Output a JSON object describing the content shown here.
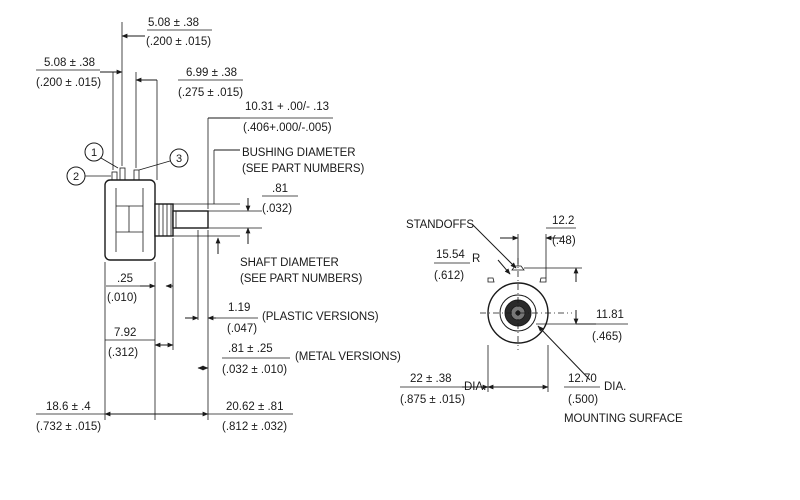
{
  "side_view": {
    "balloons": [
      "1",
      "2",
      "3"
    ],
    "dims": {
      "d1": {
        "mm": "5.08 ± .38",
        "inch": "(.200 ± .015)"
      },
      "d2": {
        "mm": "5.08 ± .38",
        "inch": "(.200 ± .015)"
      },
      "d3": {
        "mm": "6.99 ± .38",
        "inch": "(.275 ± .015)"
      },
      "d4": {
        "mm": "10.31 + .00/- .13",
        "inch": "(.406+.000/-.005)"
      },
      "d5": {
        "line1": "BUSHING DIAMETER",
        "line2": "(SEE PART NUMBERS)"
      },
      "d6": {
        "mm": ".81",
        "inch": "(.032)"
      },
      "d7": {
        "line1": "SHAFT DIAMETER",
        "line2": "(SEE PART NUMBERS)"
      },
      "d8": {
        "mm": ".25",
        "inch": "(.010)"
      },
      "d9": {
        "mm": "1.19",
        "inch": "(.047)",
        "note": "(PLASTIC VERSIONS)"
      },
      "d10": {
        "mm": "7.92",
        "inch": "(.312)"
      },
      "d11": {
        "mm": ".81 ± .25",
        "inch": "(.032 ± .010)",
        "note": "(METAL VERSIONS)"
      },
      "d12": {
        "mm": "18.6 ± .4",
        "inch": "(.732 ± .015)"
      },
      "d13": {
        "mm": "20.62 ± .81",
        "inch": "(.812 ± .032)"
      }
    }
  },
  "front_view": {
    "standoffs": "STANDOFFS",
    "dims": {
      "f1": {
        "mm": "12.2",
        "inch": "(.48)"
      },
      "f2": {
        "mm": "15.54",
        "suffix": "R",
        "inch": "(.612)"
      },
      "f3": {
        "mm": "11.81",
        "inch": "(.465)"
      },
      "f4": {
        "mm": "22 ± .38",
        "suffix": "DIA.",
        "inch": "(.875 ± .015)"
      },
      "f5": {
        "mm": "12.70",
        "suffix": "DIA.",
        "inch": "(.500)",
        "note": "MOUNTING SURFACE"
      }
    }
  }
}
